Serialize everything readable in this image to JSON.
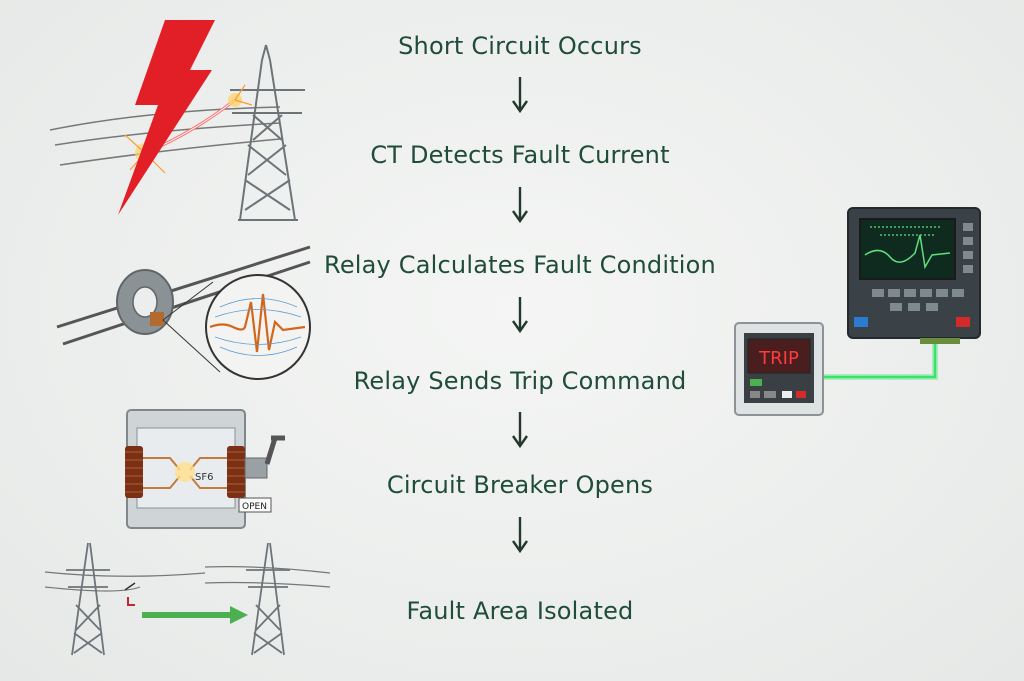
{
  "colors": {
    "text": "#1f4d39",
    "arrow": "#23392e",
    "lightning": "#e21f26",
    "trip_signal": "#39e36a",
    "tower": "#6d7478"
  },
  "steps": [
    "Short Circuit Occurs",
    "CT Detects Fault Current",
    "Relay Calculates Fault Condition",
    "Relay Sends Trip Command",
    "Circuit Breaker Opens",
    "Fault Area Isolated"
  ],
  "labels": {
    "breaker_gas": "SF6",
    "breaker_state": "OPEN",
    "trip_panel": "TRIP"
  },
  "icons": [
    "lightning-bolt-icon",
    "transmission-tower-icon",
    "current-transformer-icon",
    "waveform-icon",
    "circuit-breaker-icon",
    "relay-display-icon",
    "trip-panel-icon",
    "down-arrow-icon"
  ]
}
